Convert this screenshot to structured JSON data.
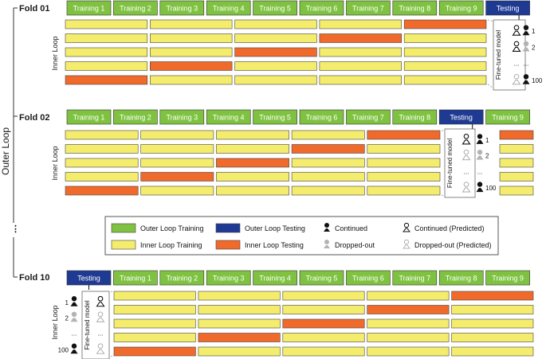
{
  "labels": {
    "outer_loop": "Outer Loop",
    "inner_loop": "Inner Loop",
    "fine_tuned_model": "Fine-tuned model",
    "ellipsis_vertical": "⋮",
    "ellipsis_h": "..."
  },
  "colors": {
    "outer_training": "#7fc241",
    "outer_testing": "#1f3a93",
    "inner_training": "#f4ec6c",
    "inner_testing": "#f06a2c",
    "continued": "#111111",
    "dropped": "#b3b3b3"
  },
  "legend": {
    "outer_training": "Outer Loop Training",
    "outer_testing": "Outer Loop Testing",
    "continued": "Continued",
    "continued_pred": "Continued (Predicted)",
    "inner_training": "Inner Loop Training",
    "inner_testing": "Inner Loop Testing",
    "dropped": "Dropped-out",
    "dropped_pred": "Dropped-out (Predicted)"
  },
  "folds": [
    {
      "label": "Fold 01",
      "header": [
        "Training 1",
        "Training 2",
        "Training 3",
        "Training 4",
        "Training 5",
        "Training 6",
        "Training 7",
        "Training 8",
        "Training 9",
        "Testing"
      ],
      "inner_testing_per_row": [
        4,
        3,
        2,
        1,
        0
      ],
      "student_numbers": [
        "1",
        "2",
        "...",
        "100"
      ],
      "predicted_status": [
        "continued",
        "continued",
        "dropped",
        "dropped"
      ],
      "actual_status": [
        "continued",
        "dropped",
        "dropped",
        "continued"
      ]
    },
    {
      "label": "Fold 02",
      "header": [
        "Training 1",
        "Training 2",
        "Training 3",
        "Training 4",
        "Training 5",
        "Training 6",
        "Training 7",
        "Training 8",
        "Testing",
        "Training 9"
      ],
      "inner_testing_per_row": [
        4,
        3,
        2,
        1,
        0
      ],
      "student_numbers": [
        "1",
        "2",
        "...",
        "100"
      ],
      "predicted_status": [
        "continued",
        "dropped",
        "dropped",
        "dropped"
      ],
      "actual_status": [
        "continued",
        "dropped",
        "dropped",
        "continued"
      ]
    },
    {
      "label": "Fold 10",
      "header": [
        "Testing",
        "Training 1",
        "Training 2",
        "Training 3",
        "Training 4",
        "Training 5",
        "Training 6",
        "Training 7",
        "Training 8",
        "Training 9"
      ],
      "inner_testing_per_row": [
        4,
        3,
        2,
        1,
        0
      ],
      "student_numbers": [
        "1",
        "2",
        "...",
        "100"
      ],
      "predicted_status": [
        "continued",
        "dropped",
        "dropped",
        "dropped"
      ],
      "actual_status": [
        "continued",
        "dropped",
        "dropped",
        "continued"
      ]
    }
  ]
}
